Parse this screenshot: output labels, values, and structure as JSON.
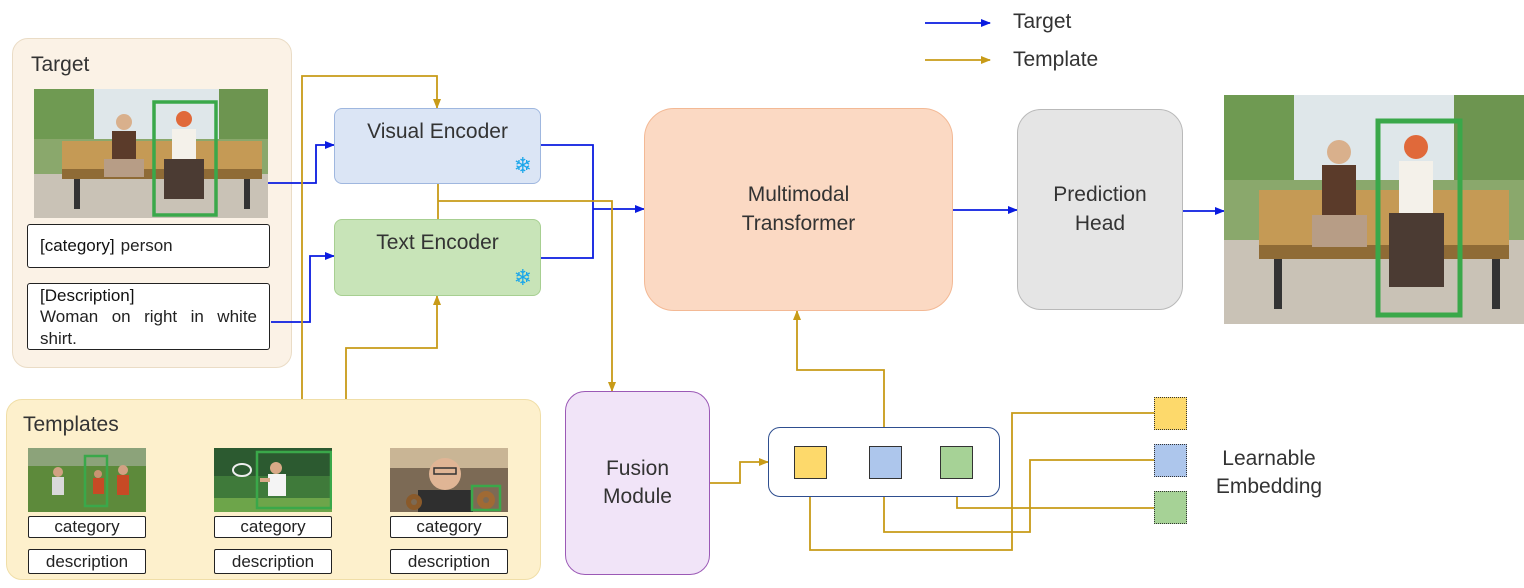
{
  "legend": {
    "items": [
      {
        "label": "Target",
        "color": "#0a1be0"
      },
      {
        "label": "Template",
        "color": "#c89b18"
      }
    ]
  },
  "target_panel": {
    "title": "Target",
    "category_tag": "[category]",
    "category_value": "person",
    "description_tag": "[Description]",
    "description_text": "Woman on right in white shirt."
  },
  "templates_panel": {
    "title": "Templates",
    "items": [
      {
        "category": "category",
        "description": "description"
      },
      {
        "category": "category",
        "description": "description"
      },
      {
        "category": "category",
        "description": "description"
      }
    ]
  },
  "nodes": {
    "visual_encoder": "Visual Encoder",
    "text_encoder": "Text Encoder",
    "multimodal_transformer": "Multimodal\nTransformer",
    "prediction_head": "Prediction\nHead",
    "fusion_module": "Fusion\nModule",
    "learnable_embedding": "Learnable\nEmbedding"
  },
  "icons": {
    "frozen": "snowflake-icon"
  },
  "colors": {
    "target_arrow": "#0a1be0",
    "template_arrow": "#c89b18",
    "bbox": "#3aa84a",
    "embed_yellow": "#fdd96b",
    "embed_blue": "#adc6ec",
    "embed_green": "#a6d296"
  }
}
